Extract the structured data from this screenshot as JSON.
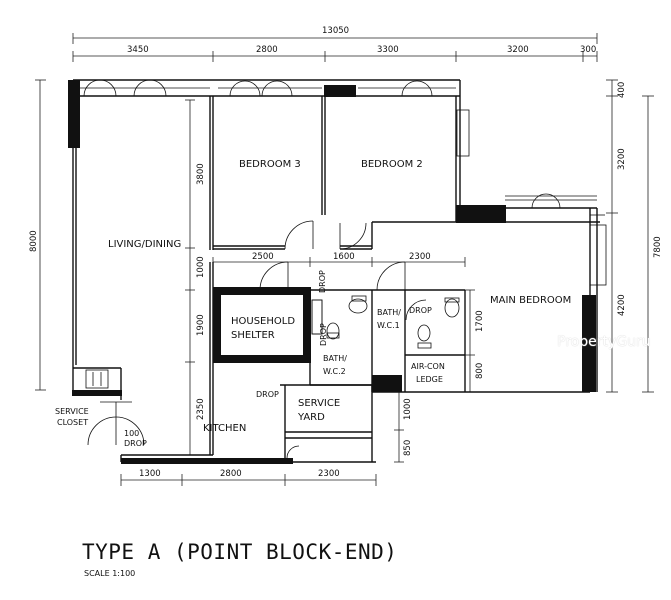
{
  "plan": {
    "title": "TYPE A (POINT BLOCK-END)",
    "scale": "SCALE 1:100",
    "rooms": {
      "living": "LIVING/DINING",
      "bedroom3": "BEDROOM 3",
      "bedroom2": "BEDROOM 2",
      "main_bedroom": "MAIN BEDROOM",
      "shelter_1": "HOUSEHOLD",
      "shelter_2": "SHELTER",
      "bath1_1": "BATH/",
      "bath1_2": "W.C.1",
      "bath2_1": "BATH/",
      "bath2_2": "W.C.2",
      "aircon_1": "AIR-CON",
      "aircon_2": "LEDGE",
      "kitchen": "KITCHEN",
      "yard_1": "SERVICE",
      "yard_2": "YARD",
      "closet_1": "SERVICE",
      "closet_2": "CLOSET",
      "drop_100": "100",
      "drop": "DROP"
    },
    "dims_top": {
      "total": "13050",
      "d1": "3450",
      "d2": "2800",
      "d3": "3300",
      "d4": "3200",
      "d5": "300"
    },
    "dims_left": {
      "total": "8000"
    },
    "dims_inner": {
      "h3800": "3800",
      "h1000": "1000",
      "h1900": "1900",
      "h2350": "2350",
      "w2500": "2500",
      "w1600": "1600",
      "w2300": "2300",
      "h1700": "1700",
      "h800": "800",
      "h1000b": "1000",
      "h850": "850"
    },
    "dims_right": {
      "h400": "400",
      "h3200": "3200",
      "h7800": "7800",
      "h4200": "4200"
    },
    "dims_bottom": {
      "b1": "1300",
      "b2": "2800",
      "b3": "2300"
    }
  },
  "watermark": {
    "text": "PropertyGuru"
  }
}
